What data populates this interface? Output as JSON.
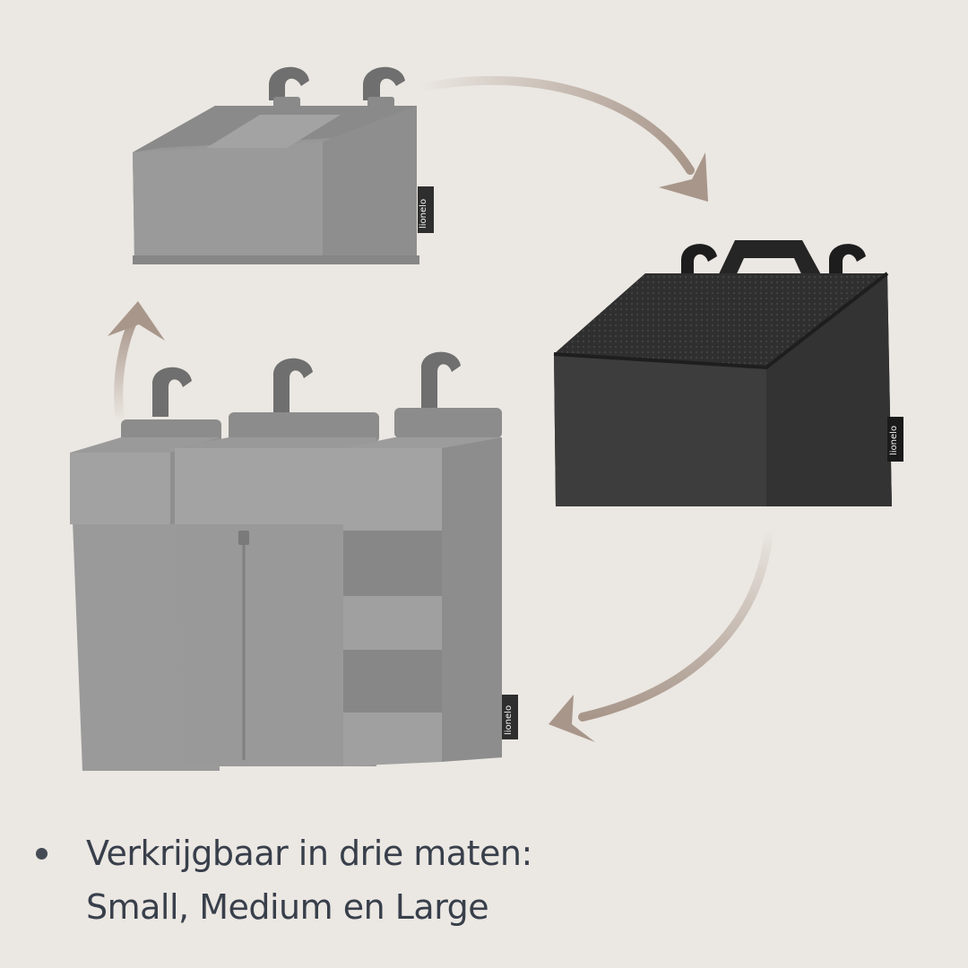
{
  "caption": {
    "line1": "Verkrijgbaar in drie maten:",
    "line2": "Small, Medium en Large"
  },
  "products": {
    "small": {
      "brand": "lionelo"
    },
    "medium": {
      "brand": "lionelo"
    },
    "large": {
      "brand": "lionelo"
    }
  },
  "colors": {
    "background": "#ebe7e2",
    "organizer_grey": "#8f8f8f",
    "organizer_dark": "#3a3a3a",
    "arrow": "#a8968a",
    "text": "#383f4b"
  },
  "icons": [
    "cycle-arrow-icon",
    "bullet-icon"
  ]
}
